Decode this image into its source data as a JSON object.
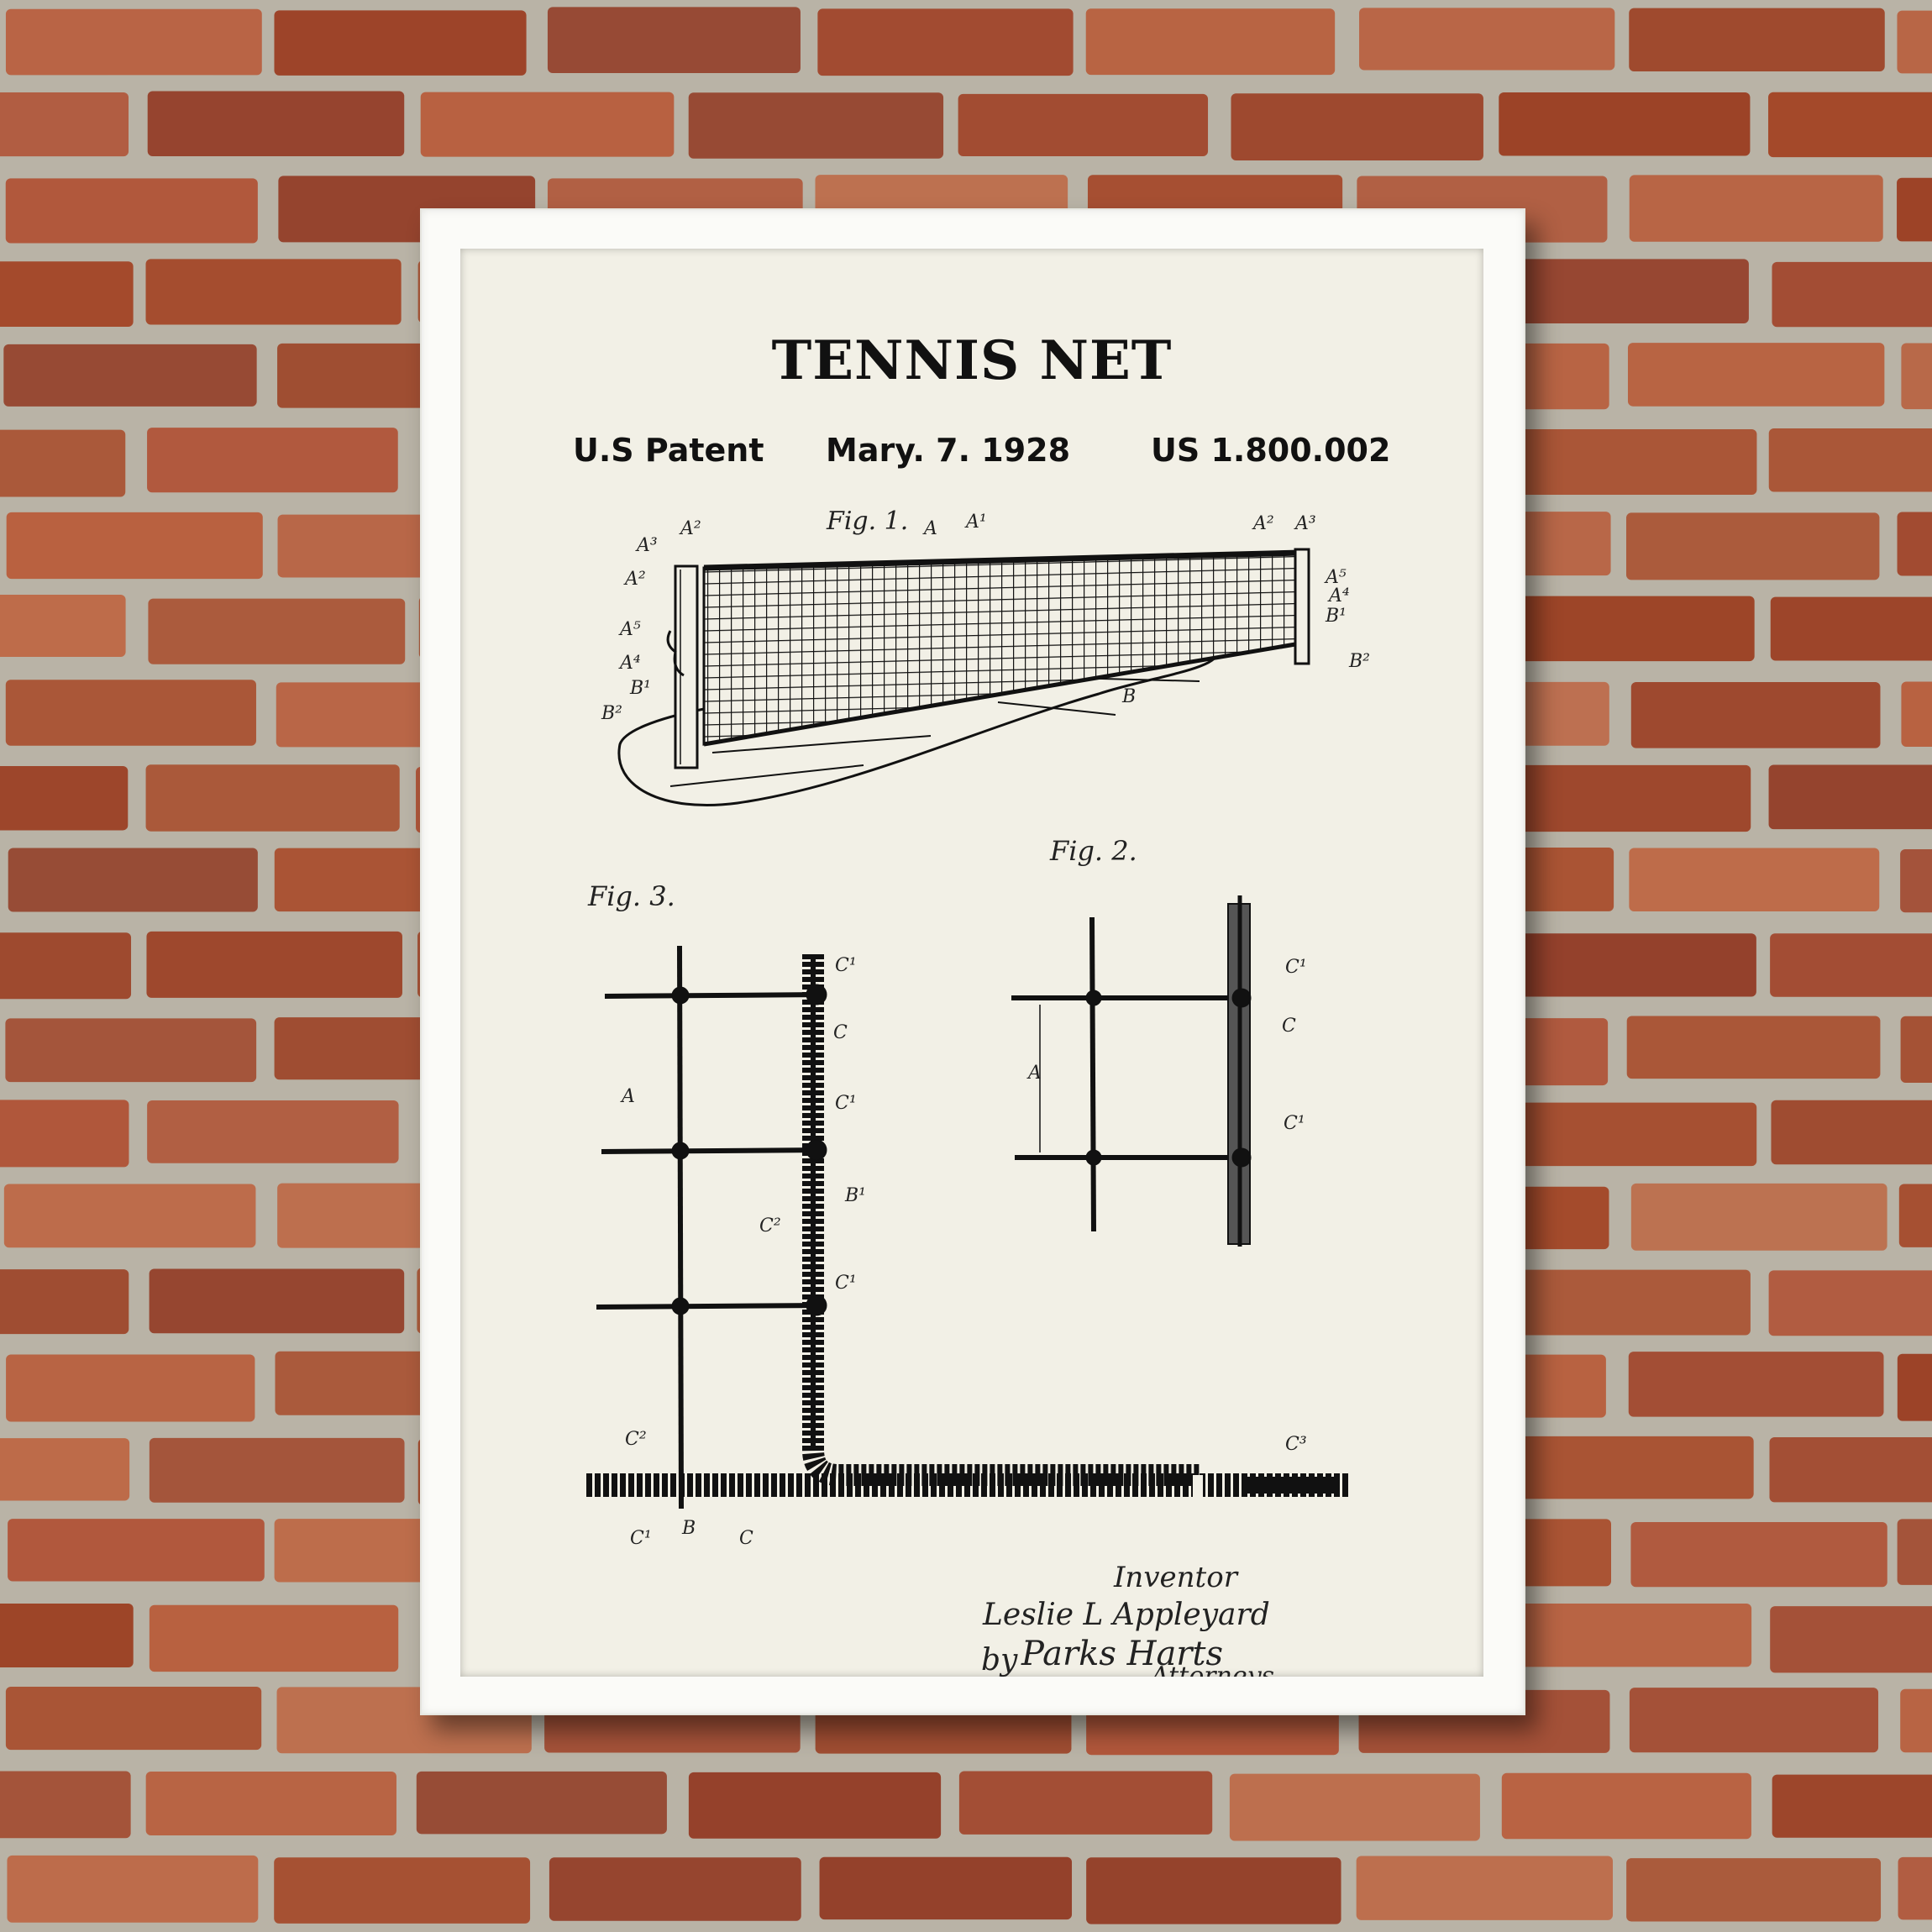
{
  "poster": {
    "title": "TENNIS NET",
    "patent_label": "U.S Patent",
    "date": "Mary. 7. 1928",
    "number": "US 1.800.002"
  },
  "figures": {
    "fig1": "Fig. 1.",
    "fig2": "Fig. 2.",
    "fig3": "Fig. 3."
  },
  "labels": {
    "A": "A",
    "A1": "A¹",
    "A2": "A²",
    "A3": "A³",
    "A4": "A⁴",
    "A5": "A⁵",
    "B": "B",
    "B1": "B¹",
    "B2": "B²",
    "C": "C",
    "C1": "C¹",
    "C2": "C²",
    "C3": "C³"
  },
  "signature": {
    "inventor_label": "Inventor",
    "inventor_name": "Leslie L Appleyard",
    "by": "by",
    "attorney_signature": "Parks Harts",
    "attorneys_label": "Attorneys."
  },
  "colors": {
    "frame": "#fbfbf8",
    "paper": "#f2f0e6",
    "ink": "#111111",
    "brick": "#a8502e",
    "mortar": "#b9b3a6"
  }
}
